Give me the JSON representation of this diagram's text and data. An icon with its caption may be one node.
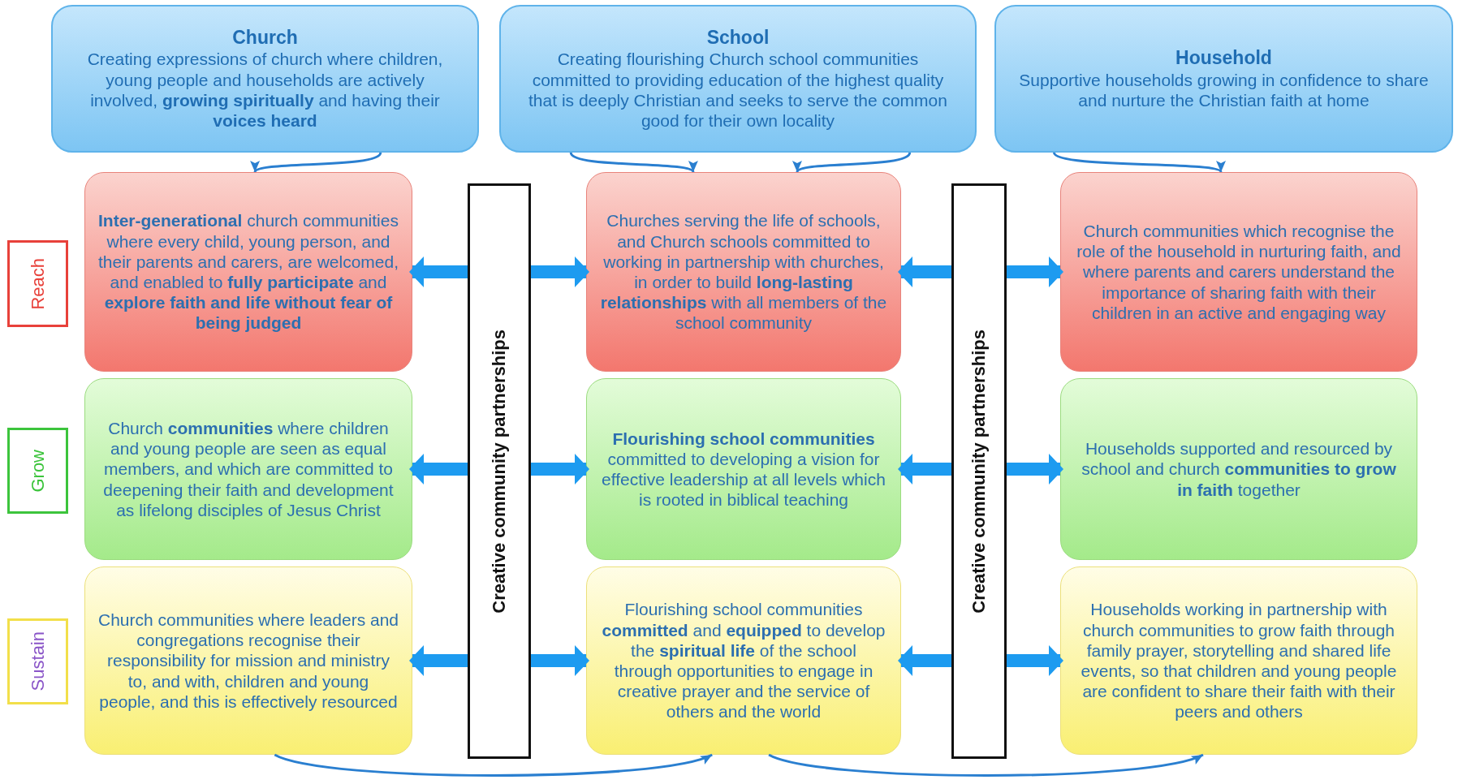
{
  "diagram": {
    "nodes": [
      {
        "text": [
          "Church",
          "Creating expressions of church where children, young people and households are actively involved, **growing spiritually** and having their **voices heard**"
        ]
      },
      {
        "text": [
          "School",
          "Creating flourishing Church school communities committed to providing education of the highest quality that is deeply Christian and seeks to serve the common good for their own locality"
        ]
      },
      {
        "text": [
          "Household",
          "Supportive households growing in confidence to share and nurture the Christian faith at home"
        ]
      },
      {
        "text": [
          "Reach"
        ]
      },
      {
        "text": [
          "**Inter-generational** church communities where every child, young person, and their parents and carers, are welcomed, and enabled to **fully participate** and **explore faith and life without fear of being judged**"
        ]
      },
      {
        "text": [
          "Churches serving the life of schools, and Church schools committed to working in partnership with churches, in order to build **long-lasting relationships** with all members of the school community"
        ]
      },
      {
        "text": [
          "Church communities which recognise the role of the household in nurturing faith, and where parents and carers understand the importance of sharing faith with their children in an active and engaging way"
        ]
      },
      {
        "text": [
          "Grow"
        ]
      },
      {
        "text": [
          "Church **communities** where children and young people are seen as equal members, and which are committed to deepening their faith and development as lifelong disciples of Jesus Christ"
        ]
      },
      {
        "text": [
          "**Flourishing school communities** committed to developing a vision for effective leadership at all levels which is rooted in biblical teaching"
        ]
      },
      {
        "text": [
          "Households supported and resourced by school and church **communities to grow in faith** together"
        ]
      },
      {
        "text": [
          "Sustain"
        ]
      },
      {
        "text": [
          "Church communities where leaders and congregations recognise their responsibility for mission and ministry to, and with, children and young people, and this is effectively resourced"
        ]
      },
      {
        "text": [
          "Flourishing school communities **committed** and **equipped** to develop the **spiritual life** of the school through opportunities to engage in creative prayer and the service of others and the world"
        ]
      },
      {
        "text": [
          "Households working in partnership with church communities to grow faith through family prayer, storytelling and shared life events, so that children and young people are confident to share their faith with their peers and others"
        ]
      },
      {
        "text": [
          "Creative community partnerships"
        ]
      },
      {
        "text": [
          "Creative community partnerships"
        ]
      }
    ],
    "edges": [
      {
        "from": 15,
        "to": 4,
        "arrow": "to"
      },
      {
        "from": 15,
        "to": 5,
        "arrow": "to"
      },
      {
        "from": 16,
        "to": 5,
        "arrow": "to"
      },
      {
        "from": 16,
        "to": 6,
        "arrow": "to"
      },
      {
        "from": 15,
        "to": 8,
        "arrow": "to"
      },
      {
        "from": 15,
        "to": 9,
        "arrow": "to"
      },
      {
        "from": 16,
        "to": 9,
        "arrow": "to"
      },
      {
        "from": 16,
        "to": 10,
        "arrow": "to"
      },
      {
        "from": 15,
        "to": 12,
        "arrow": "to"
      },
      {
        "from": 15,
        "to": 13,
        "arrow": "to"
      },
      {
        "from": 16,
        "to": 13,
        "arrow": "to"
      },
      {
        "from": 16,
        "to": 14,
        "arrow": "to"
      },
      {
        "from": 0,
        "to": 4,
        "arrow": "to"
      },
      {
        "from": 1,
        "to": 5,
        "arrow": "to"
      },
      {
        "from": 1,
        "to": 5,
        "arrow": "to"
      },
      {
        "from": 2,
        "to": 6,
        "arrow": "to"
      },
      {
        "from": 12,
        "to": 13,
        "arrow": "to"
      },
      {
        "from": 13,
        "to": 14,
        "arrow": "to"
      }
    ]
  }
}
